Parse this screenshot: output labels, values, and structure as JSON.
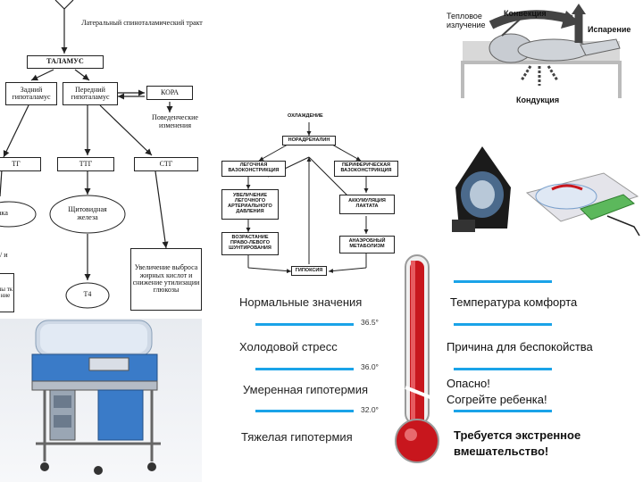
{
  "left_diagram": {
    "top_label": "Латеральный спиноталамический тракт",
    "thalamus": "ТАЛАМУС",
    "left_box": "Задний гипоталамус",
    "right_box": "Передний гипоталамус",
    "cortex": "КОРА",
    "behavior": "Поведенческие изменения",
    "row3_left": "ТГ",
    "row3_mid": "ТТГ",
    "row3_right": "СТГ",
    "thyroid": "Щитовидная железа",
    "t4": "T4",
    "lipolysis": "Увеличение выброса жирных кислот и снижение утилизации глюкозы",
    "left_cut1": "ака",
    "left_cut2": "/ и",
    "left_cut3": "лы тк ние"
  },
  "flowchart": {
    "cooling": "ОХЛАЖДЕНИЕ",
    "norepi": "НОРАДРЕНАЛИН",
    "pulm_vaso": "ЛЕГОЧНАЯ ВАЗОКОНСТРИКЦИЯ",
    "periph_vaso": "ПЕРИФЕРИЧЕСКАЯ ВАЗОКОНСТРИКЦИЯ",
    "pulm_pressure": "УВЕЛИЧЕНИЕ ЛЕГОЧНОГО АРТЕРИАЛЬНОГО ДАВЛЕНИЯ",
    "lactate": "АККУМУЛЯЦИЯ ЛАКТАТА",
    "shunt": "ВОЗРАСТАНИЕ ПРАВО-ЛЕВОГО ШУНТИРОВАНИЯ",
    "anaerobic": "АНАЭРОБНЫЙ МЕТАБОЛИЗМ",
    "hypoxia": "ГИПОКСИЯ"
  },
  "heat_loss": {
    "radiation": "Тепловое излучение",
    "convection": "Конвекция",
    "evaporation": "Испарение",
    "conduction": "Кондукция"
  },
  "thermometer": {
    "levels": [
      {
        "left": "Нормальные значения",
        "temp": "36.5°",
        "right": "Температура комфорта"
      },
      {
        "left": "Холодовой стресс",
        "temp": "36.0°",
        "right": "Причина для беспокойства"
      },
      {
        "left": "Умеренная гипотермия",
        "temp": "32.0°",
        "right_line1": "Опасно!",
        "right_line2": "Согрейте ребенка!"
      },
      {
        "left": "Тяжелая гипотермия",
        "right_line1": "Требуется экстренное",
        "right_line2": "вмешательство!"
      }
    ],
    "colors": {
      "mercury": "#c8161d",
      "lines": "#1aa3e8"
    }
  }
}
